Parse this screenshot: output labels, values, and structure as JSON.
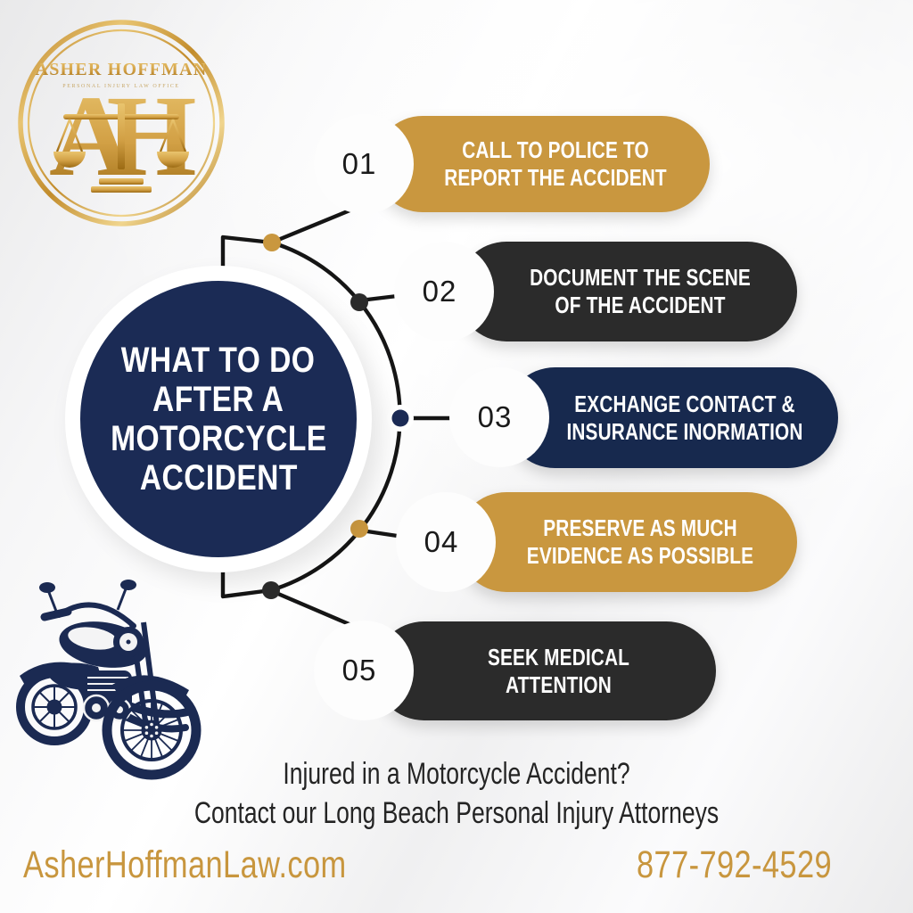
{
  "brand": {
    "name": "ASHER HOFFMAN",
    "tagline": "PERSONAL INJURY LAW OFFICE",
    "monogram_left": "A",
    "monogram_right": "H",
    "website": "AsherHoffmanLaw.com",
    "phone": "877-792-4529"
  },
  "title": {
    "text": "WHAT TO DO AFTER A MOTORCYCLE ACCIDENT",
    "lines": [
      "WHAT TO DO",
      "AFTER A",
      "MOTORCYCLE",
      "ACCIDENT"
    ]
  },
  "steps": [
    {
      "number": "01",
      "label": "CALL TO POLICE TO REPORT THE ACCIDENT",
      "color": "#C9973F"
    },
    {
      "number": "02",
      "label": "DOCUMENT THE SCENE OF THE ACCIDENT",
      "color": "#2B2B2B"
    },
    {
      "number": "03",
      "label": "EXCHANGE CONTACT & INSURANCE INORMATION",
      "color": "#17294E"
    },
    {
      "number": "04",
      "label": "PRESERVE AS MUCH EVIDENCE AS POSSIBLE",
      "color": "#C9973F"
    },
    {
      "number": "05",
      "label": "SEEK MEDICAL ATTENTION",
      "color": "#2B2B2B"
    }
  ],
  "cta": {
    "line1": "Injured in a Motorcycle Accident?",
    "line2": "Contact our Long Beach Personal Injury Attorneys"
  },
  "colors": {
    "gold": "#C9973F",
    "charcoal": "#2B2B2B",
    "navy": "#17294E",
    "center_navy": "#1B2B55",
    "line": "#151515",
    "text_gold": "#C8963E",
    "background": "#F1F1F2"
  },
  "icons": {
    "logo": "scales-of-justice-monogram-icon",
    "illustration": "motorcycle-icon"
  }
}
